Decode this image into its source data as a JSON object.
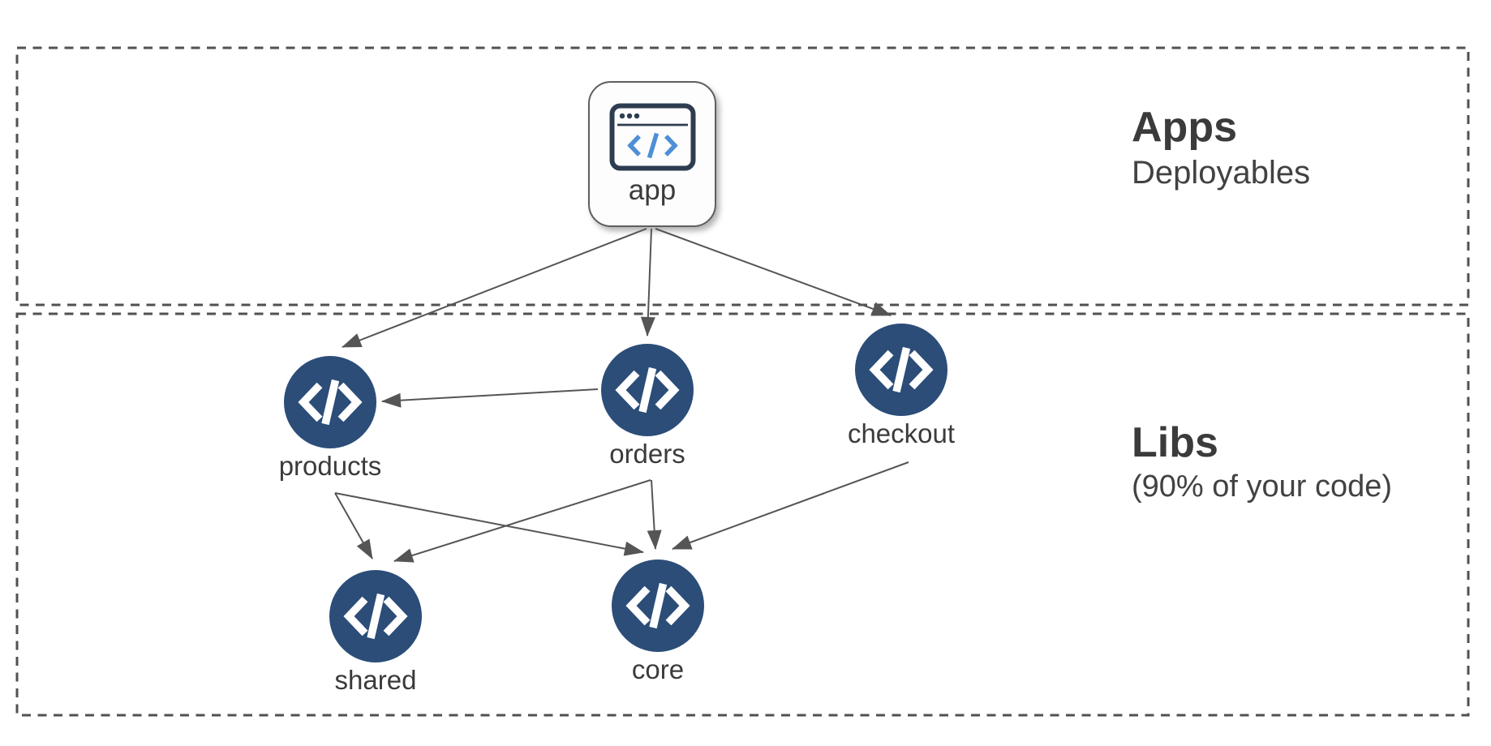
{
  "sections": {
    "apps": {
      "title": "Apps",
      "subtitle": "Deployables"
    },
    "libs": {
      "title": "Libs",
      "subtitle": "(90% of your code)"
    }
  },
  "nodes": {
    "app": {
      "label": "app",
      "kind": "application",
      "icon": "browser-window-code-icon"
    },
    "products": {
      "label": "products",
      "kind": "library",
      "icon": "code-brackets-icon"
    },
    "orders": {
      "label": "orders",
      "kind": "library",
      "icon": "code-brackets-icon"
    },
    "checkout": {
      "label": "checkout",
      "kind": "library",
      "icon": "code-brackets-icon"
    },
    "shared": {
      "label": "shared",
      "kind": "library",
      "icon": "code-brackets-icon"
    },
    "core": {
      "label": "core",
      "kind": "library",
      "icon": "code-brackets-icon"
    }
  },
  "edges": [
    {
      "from": "app",
      "to": "products"
    },
    {
      "from": "app",
      "to": "orders"
    },
    {
      "from": "app",
      "to": "checkout"
    },
    {
      "from": "orders",
      "to": "products"
    },
    {
      "from": "products",
      "to": "shared"
    },
    {
      "from": "products",
      "to": "core"
    },
    {
      "from": "orders",
      "to": "shared"
    },
    {
      "from": "orders",
      "to": "core"
    },
    {
      "from": "checkout",
      "to": "core"
    }
  ],
  "colors": {
    "background": "#ffffff",
    "lib_node_fill": "#2b4d78",
    "edge_gray": "#555555",
    "dashed_border_gray": "#515151",
    "text_dark_gray": "#3b3b3b",
    "app_icon_navy": "#2e3c50",
    "app_icon_blue": "#4e8fd5"
  }
}
